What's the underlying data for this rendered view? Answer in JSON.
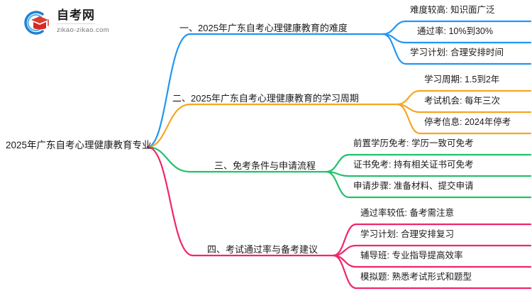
{
  "logo": {
    "icon_name": "zikao-graduation-cap-logo",
    "title": "自考网",
    "subtitle": "zikao-zikao.com"
  },
  "mindmap": {
    "root": "2025年广东自考心理健康教育专业",
    "colors": {
      "branch1": "#2196F3",
      "branch2": "#F5A623",
      "branch3": "#22C16B",
      "branch4": "#F0266B"
    },
    "branches": [
      {
        "label": "一、2025年广东自考心理健康教育的难度",
        "color": "#2196F3",
        "leaves": [
          "难度较高: 知识面广泛",
          "通过率: 10%到30%",
          "学习计划: 合理安排时间"
        ]
      },
      {
        "label": "二、2025年广东自考心理健康教育的学习周期",
        "color": "#F5A623",
        "leaves": [
          "学习周期: 1.5到2年",
          "考试机会: 每年三次",
          "停考信息: 2024年停考"
        ]
      },
      {
        "label": "三、免考条件与申请流程",
        "color": "#22C16B",
        "leaves": [
          "前置学历免考: 学历一致可免考",
          "证书免考: 持有相关证书可免考",
          "申请步骤: 准备材料、提交申请"
        ]
      },
      {
        "label": "四、考试通过率与备考建议",
        "color": "#F0266B",
        "leaves": [
          "通过率较低: 备考需注意",
          "学习计划: 合理安排复习",
          "辅导班: 专业指导提高效率",
          "模拟题: 熟悉考试形式和题型"
        ]
      }
    ]
  }
}
